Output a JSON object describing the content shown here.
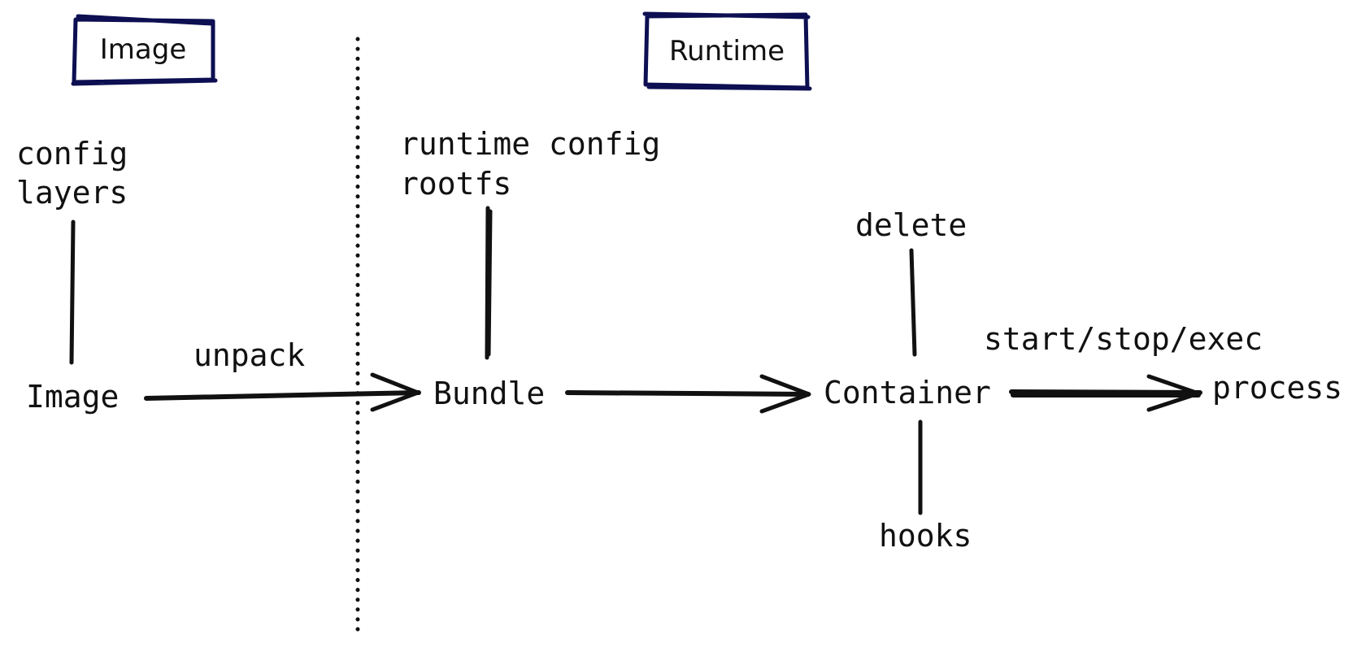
{
  "section_titles": {
    "image": "Image",
    "runtime": "Runtime"
  },
  "nodes": {
    "image_inputs": {
      "line1": "config",
      "line2": "layers"
    },
    "image": "Image",
    "bundle_inputs": {
      "line1": "runtime config",
      "line2": "rootfs"
    },
    "bundle": "Bundle",
    "delete": "delete",
    "container": "Container",
    "hooks": "hooks",
    "process": "process"
  },
  "edges": {
    "image_to_bundle": "unpack",
    "container_to_process": "start/stop/exec"
  },
  "colors": {
    "box_border": "#0d0f52",
    "ink": "#111111"
  }
}
